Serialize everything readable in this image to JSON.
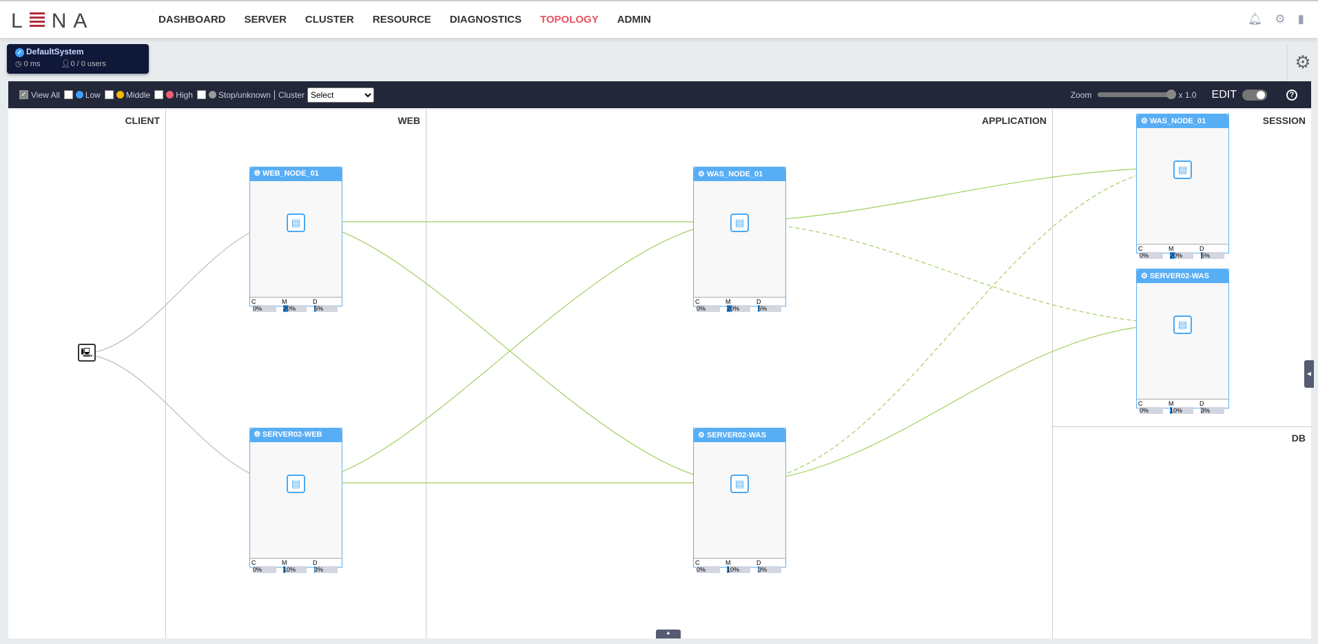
{
  "header": {
    "logo": "LENA",
    "nav": [
      "DASHBOARD",
      "SERVER",
      "CLUSTER",
      "RESOURCE",
      "DIAGNOSTICS",
      "TOPOLOGY",
      "ADMIN"
    ],
    "active": "TOPOLOGY"
  },
  "system": {
    "name": "DefaultSystem",
    "response": "0 ms",
    "users": "0 / 0 users"
  },
  "toolbar": {
    "view_all": "View All",
    "low": "Low",
    "middle": "Middle",
    "high": "High",
    "stop": "Stop/unknown",
    "cluster_label": "Cluster",
    "cluster_value": "Select",
    "zoom_label": "Zoom",
    "zoom_value": "x 1.0",
    "edit": "EDIT",
    "colors": {
      "low": "#3fa0ff",
      "middle": "#f5b800",
      "high": "#ef5f73",
      "stop": "#999999"
    }
  },
  "columns": {
    "client": "CLIENT",
    "web": "WEB",
    "application": "APPLICATION",
    "session": "SESSION",
    "db": "DB"
  },
  "nodes": [
    {
      "name": "WEB_NODE_01",
      "type": "web",
      "c": "0%",
      "m": "20%",
      "d": "5%",
      "mv": 20,
      "dv": 5
    },
    {
      "name": "SERVER02-WEB",
      "type": "web",
      "c": "0%",
      "m": "10%",
      "d": "3%",
      "mv": 10,
      "dv": 3
    },
    {
      "name": "WAS_NODE_01",
      "type": "was",
      "c": "0%",
      "m": "20%",
      "d": "5%",
      "mv": 20,
      "dv": 5
    },
    {
      "name": "SERVER02-WAS",
      "type": "was",
      "c": "0%",
      "m": "10%",
      "d": "3%",
      "mv": 10,
      "dv": 3
    },
    {
      "name": "WAS_NODE_01",
      "type": "session",
      "c": "0%",
      "m": "20%",
      "d": "5%",
      "mv": 20,
      "dv": 5
    },
    {
      "name": "SERVER02-WAS",
      "type": "session",
      "c": "0%",
      "m": "10%",
      "d": "3%",
      "mv": 10,
      "dv": 3
    }
  ]
}
